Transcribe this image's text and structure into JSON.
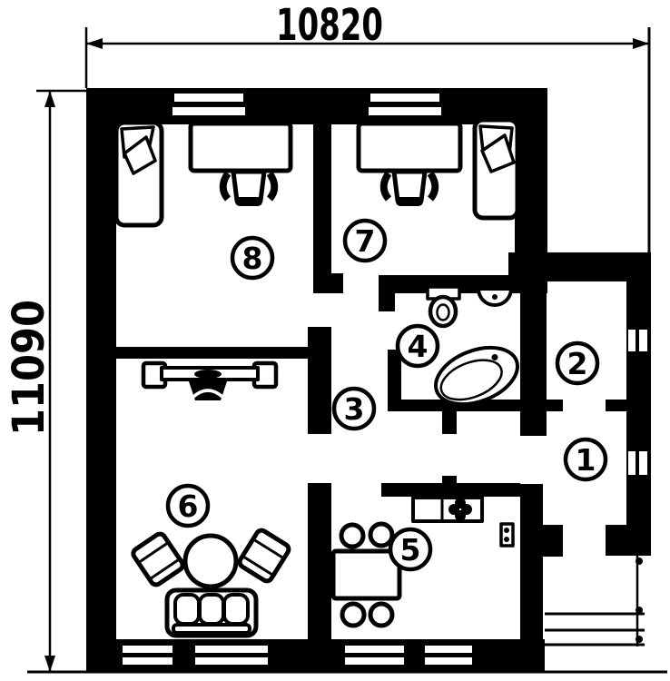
{
  "drawing": {
    "type": "apartment floor plan",
    "dimension_width_label": "10820",
    "dimension_height_label": "11090"
  },
  "rooms": [
    {
      "number": "1"
    },
    {
      "number": "2"
    },
    {
      "number": "3"
    },
    {
      "number": "4"
    },
    {
      "number": "5"
    },
    {
      "number": "6"
    },
    {
      "number": "7"
    },
    {
      "number": "8"
    }
  ],
  "colors": {
    "wall": "#000000",
    "background": "#ffffff"
  }
}
